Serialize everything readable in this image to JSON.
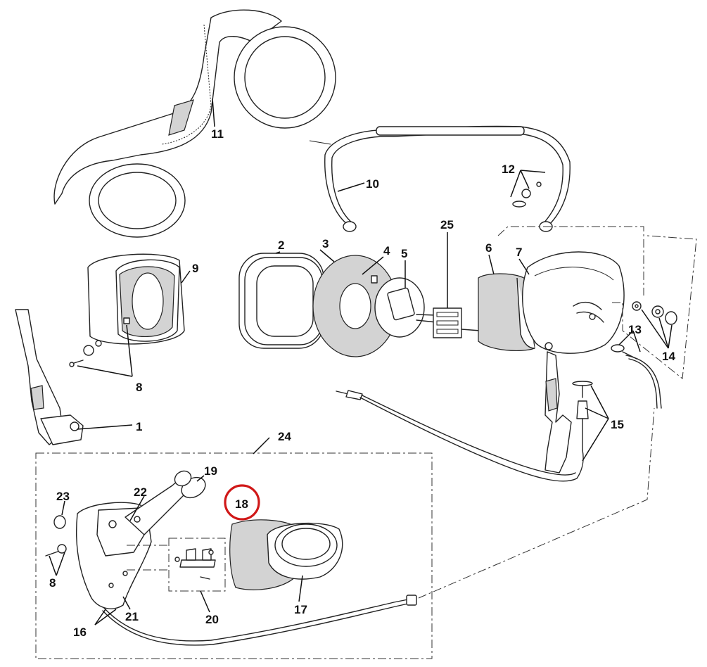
{
  "callouts": {
    "c1": "1",
    "c2": "2",
    "c3": "3",
    "c4": "4",
    "c5": "5",
    "c6": "6",
    "c7": "7",
    "c8a": "8",
    "c8b": "8",
    "c9": "9",
    "c10": "10",
    "c11": "11",
    "c12": "12",
    "c13": "13",
    "c14": "14",
    "c15": "15",
    "c16": "16",
    "c17": "17",
    "c18": "18",
    "c19": "19",
    "c20": "20",
    "c21": "21",
    "c22": "22",
    "c23": "23",
    "c24": "24",
    "c25": "25"
  },
  "highlight": {
    "callout": "18",
    "color": "#d01818"
  },
  "colors": {
    "line": "#222222",
    "shade": "#d3d3d3",
    "background": "#ffffff"
  }
}
